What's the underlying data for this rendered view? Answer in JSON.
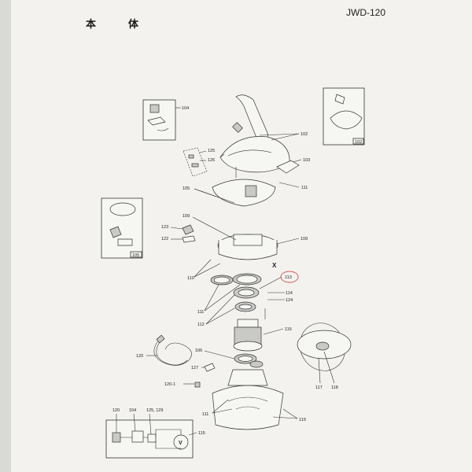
{
  "header": {
    "title": "本　体",
    "model": "JWD-120"
  },
  "callouts": {
    "c102": "102",
    "c103": "103",
    "c104": "104",
    "c105": "105",
    "c105b": "105",
    "c106": "106",
    "c109a": "109",
    "c109b": "109",
    "c110": "110",
    "c111a": "111",
    "c111b": "111",
    "c111c": "111",
    "c112": "112",
    "c113": "113",
    "c114": "114",
    "c115": "115",
    "c115b": "115",
    "c117": "117",
    "c118": "118",
    "c119": "119",
    "c120": "120",
    "c120b": "120",
    "c120_1": "120-1",
    "c122": "122",
    "c123": "123",
    "c124": "124",
    "c125": "125",
    "c126": "126",
    "c127": "127",
    "c125_129": "125, 129",
    "c102b": "102",
    "x_marker": "X",
    "motor_symbol": "V"
  },
  "highlight": {
    "color": "#d9534f"
  }
}
